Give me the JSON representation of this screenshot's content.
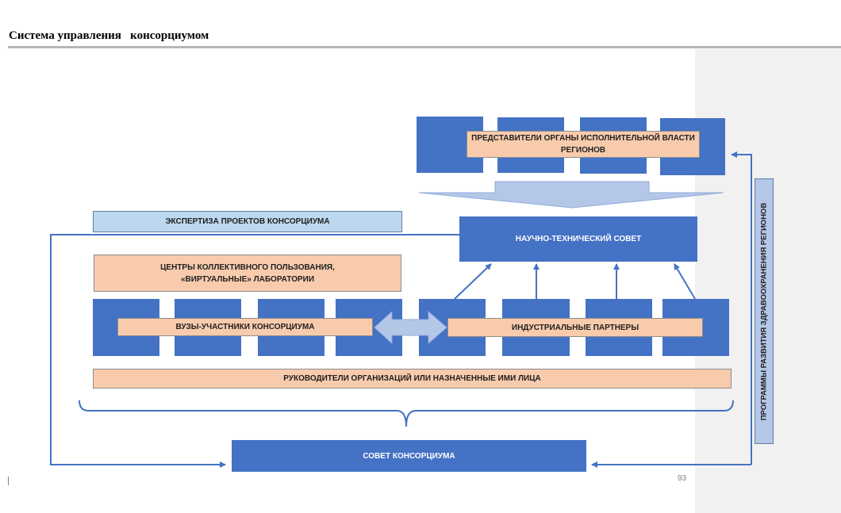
{
  "page": {
    "title": "Система управления   консорциумом",
    "page_number": "93"
  },
  "diagram": {
    "regional_authorities": "ПРЕДСТАВИТЕЛИ ОРГАНЫ ИСПОЛНИТЕЛЬНОЙ ВЛАСТИ РЕГИОНОВ",
    "expertise": "ЭКСПЕРТИЗА ПРОЕКТОВ КОНСОРЦИУМА",
    "scientific_council": "НАУЧНО-ТЕХНИЧЕСКИЙ СОВЕТ",
    "shared_centers": "ЦЕНТРЫ КОЛЛЕКТИВНОГО ПОЛЬЗОВАНИЯ, «ВИРТУАЛЬНЫЕ» ЛАБОРАТОРИИ",
    "universities": "ВУЗЫ-УЧАСТНИКИ КОНСОРЦИУМА",
    "industrial_partners": "ИНДУСТРИАЛЬНЫЕ ПАРТНЕРЫ",
    "heads": "РУКОВОДИТЕЛИ ОРГАНИЗАЦИЙ ИЛИ НАЗНАЧЕННЫЕ ИМИ ЛИЦА",
    "consortium_council": "СОВЕТ КОНСОРЦИУМА",
    "regional_programs": "ПРОГРАММЫ РАЗВИТИЯ ЗДРАВООХРАНЕНИЯ РЕГИОНОВ"
  },
  "colors": {
    "block_blue": "#4472c4",
    "peach": "#f8cbad",
    "light_blue": "#bdd7ee",
    "arrow_light": "#b4c7e7"
  }
}
